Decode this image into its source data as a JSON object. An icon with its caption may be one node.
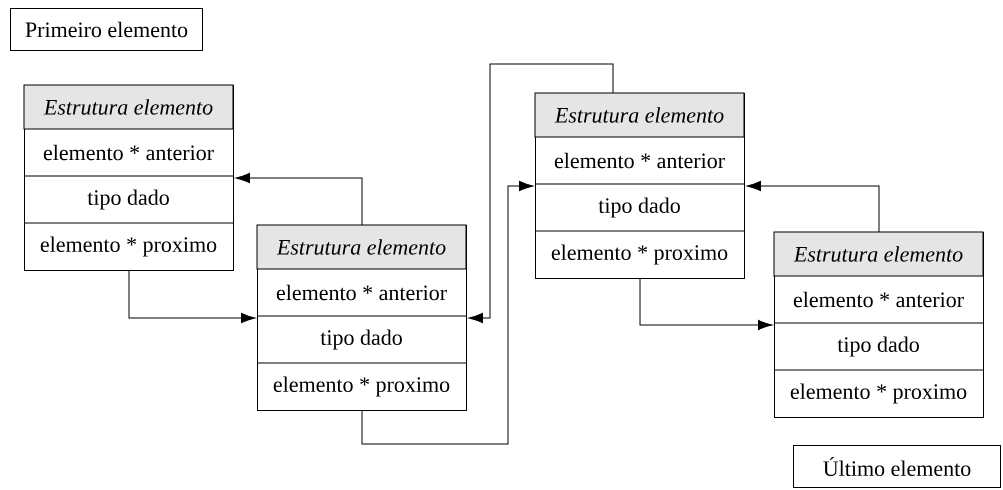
{
  "diagram": {
    "nodes": [
      {
        "text": [
          "Primeiro elemento"
        ]
      },
      {
        "text": [
          "Estrutura elemento",
          "elemento * anterior",
          "tipo dado",
          "elemento * proximo"
        ]
      },
      {
        "text": [
          "Estrutura elemento",
          "elemento * anterior",
          "tipo dado",
          "elemento * proximo"
        ]
      },
      {
        "text": [
          "Estrutura elemento",
          "elemento * anterior",
          "tipo dado",
          "elemento * proximo"
        ]
      },
      {
        "text": [
          "Estrutura elemento",
          "elemento * anterior",
          "tipo dado",
          "elemento * proximo"
        ]
      },
      {
        "text": [
          "Último elemento"
        ]
      }
    ],
    "edges": [
      {
        "from": 1,
        "to": 2,
        "arrow": "to"
      },
      {
        "from": 2,
        "to": 1,
        "arrow": "to"
      },
      {
        "from": 2,
        "to": 3,
        "arrow": "to"
      },
      {
        "from": 3,
        "to": 2,
        "arrow": "to"
      },
      {
        "from": 3,
        "to": 4,
        "arrow": "to"
      },
      {
        "from": 4,
        "to": 3,
        "arrow": "to"
      }
    ]
  }
}
